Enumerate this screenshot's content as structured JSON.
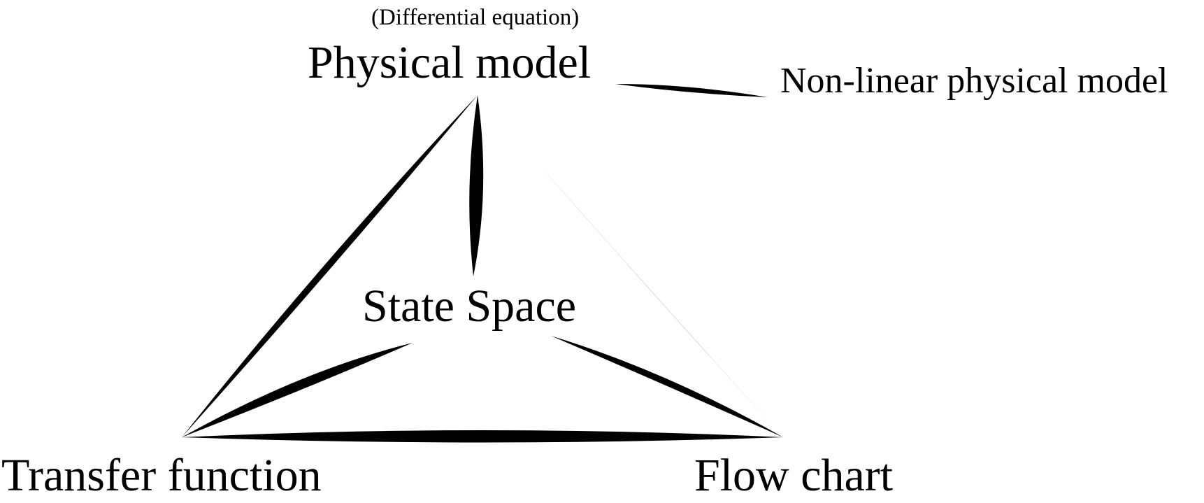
{
  "nodes": {
    "physical_model": {
      "label": "Physical model",
      "sublabel": "(Differential equation)"
    },
    "nonlinear_model": {
      "label": "Non-linear physical model"
    },
    "state_space": {
      "label": "State Space"
    },
    "transfer_function": {
      "label": "Transfer function"
    },
    "flow_chart": {
      "label": "Flow chart"
    }
  },
  "colors": {
    "ink": "#000000",
    "background": "#ffffff"
  }
}
